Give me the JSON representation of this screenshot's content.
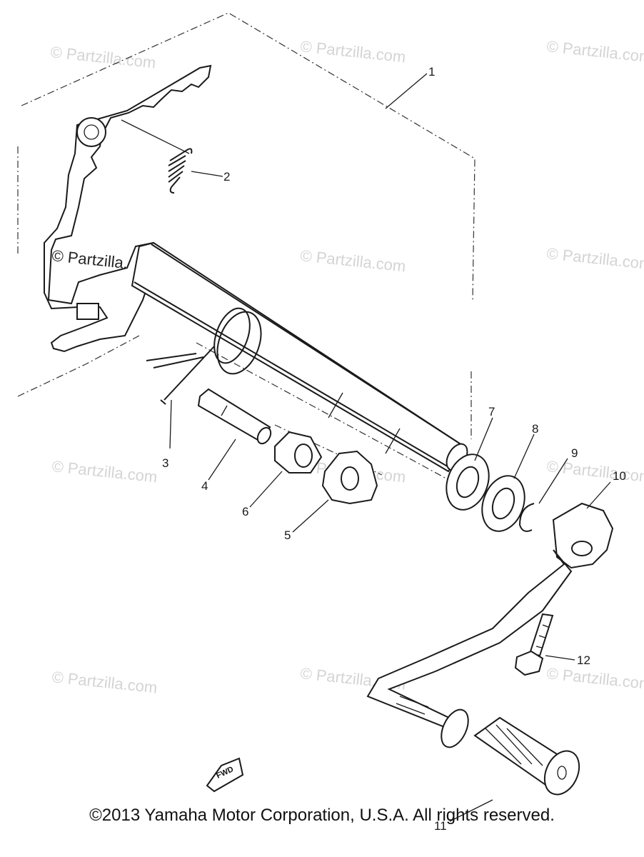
{
  "watermark": "© Partzilla.com",
  "fwd_label": "FWD",
  "copyright": "©2013 Yamaha Motor Corporation, U.S.A. All rights reserved.",
  "callouts": [
    "1",
    "2",
    "3",
    "4",
    "5",
    "6",
    "7",
    "8",
    "9",
    "10",
    "11",
    "12"
  ]
}
